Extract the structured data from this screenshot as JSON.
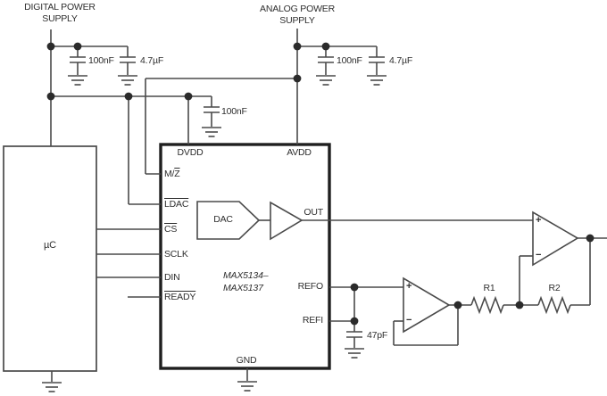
{
  "supplies": {
    "digital": {
      "line1": "DIGITAL POWER",
      "line2": "SUPPLY"
    },
    "analog": {
      "line1": "ANALOG POWER",
      "line2": "SUPPLY"
    }
  },
  "capacitors": {
    "digital_100nf": "100nF",
    "digital_4u7": "4.7µF",
    "analog_100nf": "100nF",
    "analog_4u7": "4.7µF",
    "dvdd_100nf": "100nF",
    "ref_47pf": "47pF"
  },
  "mcu": {
    "label": "µC"
  },
  "chip": {
    "part1": "MAX5134–",
    "part2": "MAX5137",
    "dac_label": "DAC",
    "pins": {
      "dvdd": "DVDD",
      "avdd": "AVDD",
      "mz_prefix": "M/",
      "mz_overline": "Z",
      "ldac": "LDAC",
      "cs": "CS",
      "sclk": "SCLK",
      "din": "DIN",
      "ready": "READY",
      "out": "OUT",
      "refo": "REFO",
      "refi": "REFI",
      "gnd": "GND"
    }
  },
  "resistors": {
    "r1": "R1",
    "r2": "R2"
  },
  "opamps": {
    "plus": "+",
    "minus": "−"
  },
  "colors": {
    "line": "#4a4a4a",
    "chip_border": "#1f1f1f",
    "text": "#2e2e2e"
  }
}
